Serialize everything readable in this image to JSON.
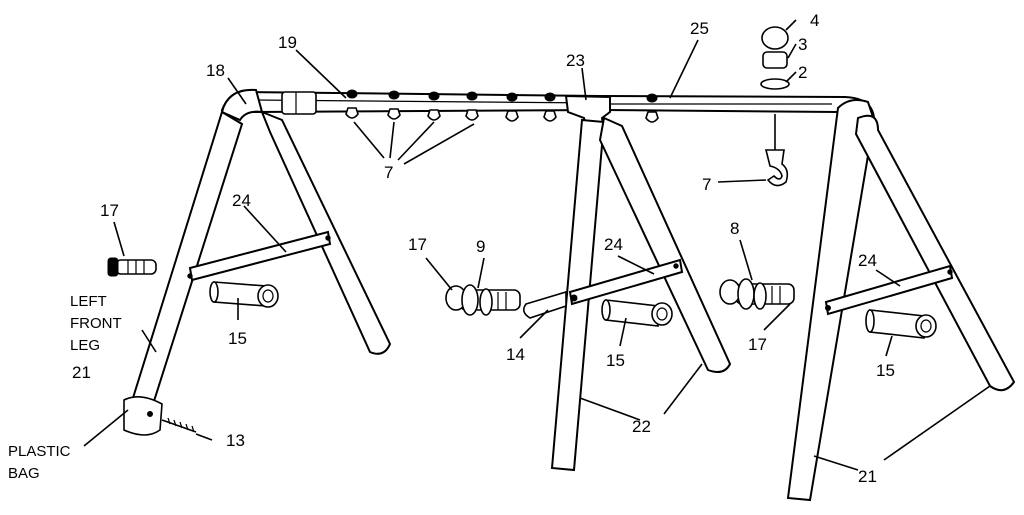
{
  "labels": {
    "p2": "2",
    "p3": "3",
    "p4": "4",
    "p7a": "7",
    "p7b": "7",
    "p8": "8",
    "p9": "9",
    "p13": "13",
    "p14": "14",
    "p15a": "15",
    "p15b": "15",
    "p15c": "15",
    "p17a": "17",
    "p17b": "17",
    "p17c": "17",
    "p18": "18",
    "p19": "19",
    "p21a": "21",
    "p21b": "21",
    "p22": "22",
    "p23": "23",
    "p24a": "24",
    "p24b": "24",
    "p24c": "24",
    "p25": "25",
    "left_front_leg_line1": "LEFT",
    "left_front_leg_line2": "FRONT",
    "left_front_leg_line3": "LEG",
    "plastic_bag_line1": "PLASTIC",
    "plastic_bag_line2": "BAG"
  }
}
